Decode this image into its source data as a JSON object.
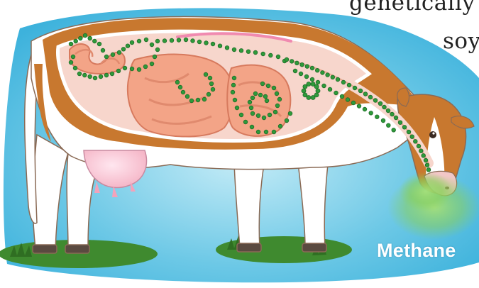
{
  "page_text": {
    "line1": "genetically",
    "line2": "soy"
  },
  "label": {
    "gas": "Methane"
  },
  "colors": {
    "sky": "#5fc3e4",
    "cow_brown": "#c8782f",
    "cow_white": "#ffffff",
    "organ_pink": "#f3a487",
    "gas_dots": "#2e9a3a",
    "methane_cloud": "#7ac943",
    "grass": "#3c7d2c"
  }
}
